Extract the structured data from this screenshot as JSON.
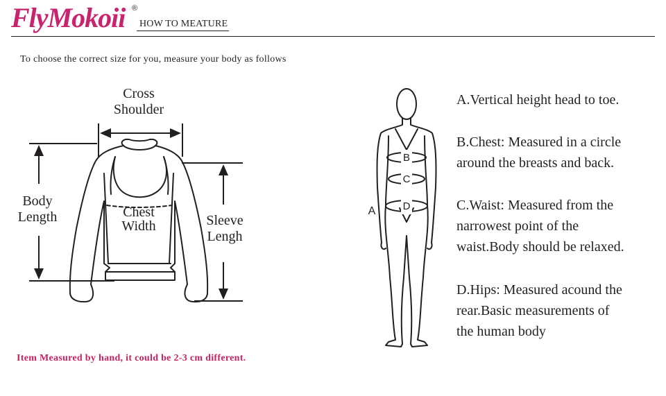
{
  "header": {
    "brand": "FlyMokoii",
    "registered_mark": "®",
    "title": "HOW TO MEATURE"
  },
  "intro": "To choose the correct size for you, measure your body as follows",
  "garment_labels": {
    "cross_shoulder_1": "Cross",
    "cross_shoulder_2": "Shoulder",
    "body_length_1": "Body",
    "body_length_2": "Length",
    "chest_width_1": "Chest",
    "chest_width_2": "Width",
    "sleeve_length_1": "Sleeve",
    "sleeve_length_2": "Lengh"
  },
  "body_labels": {
    "a": "A",
    "b": "B",
    "c": "C",
    "d": "D"
  },
  "descriptions": {
    "a_line1": "A.Vertical height head to toe.",
    "b_line1": "B.Chest: Measured in a circle",
    "b_line2": "around the breasts and back.",
    "c_line1": "C.Waist: Measured from the",
    "c_line2": "narrowest point of the",
    "c_line3": "waist.Body should be relaxed.",
    "d_line1": "D.Hips: Measured acound the",
    "d_line2": "rear.Basic measurements of",
    "d_line3": "the human body"
  },
  "footnote": "Item Measured by hand, it could be 2-3 cm different.",
  "colors": {
    "brand": "#c8246d",
    "footnote": "#c3235f",
    "ink": "#231f20"
  }
}
